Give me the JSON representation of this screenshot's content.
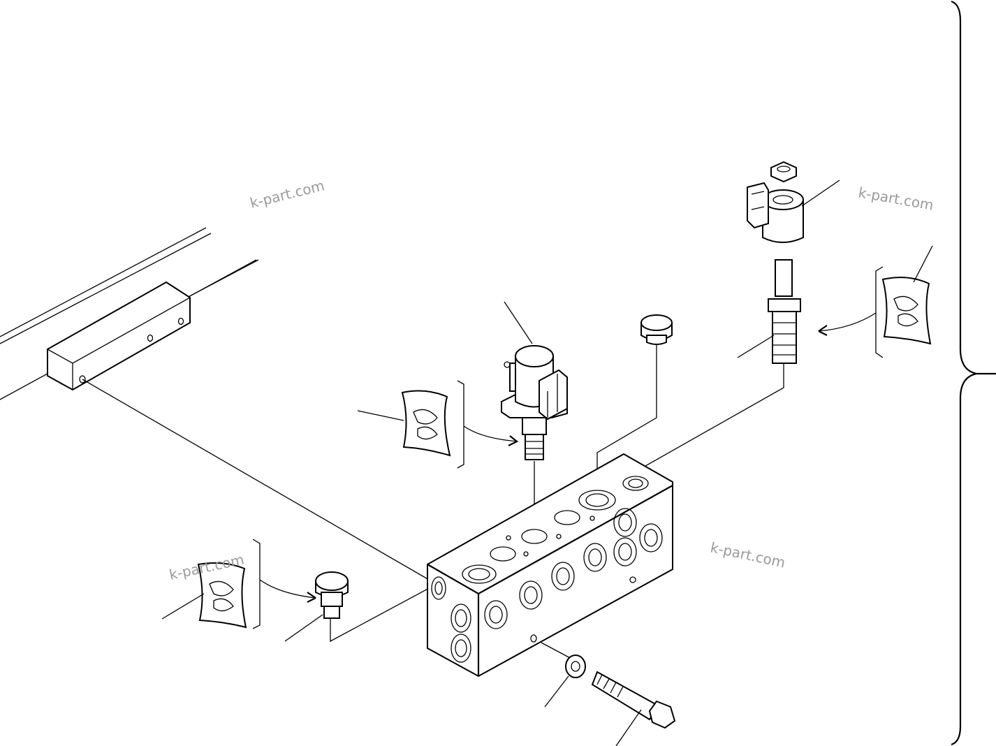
{
  "watermark": {
    "text": "k-part.com",
    "color": "#9a9a9a"
  },
  "diagram": {
    "kind": "exploded parts view",
    "parts": [
      "frame-rail",
      "valve-manifold-block",
      "solenoid-valve-left",
      "solenoid-valve-right-coil",
      "solenoid-valve-right-stem",
      "coil-nut",
      "port-plug-top",
      "check-valve-plug",
      "washer",
      "bolt",
      "sealant-tube"
    ],
    "line_color": "#000000",
    "background": "#ffffff"
  }
}
